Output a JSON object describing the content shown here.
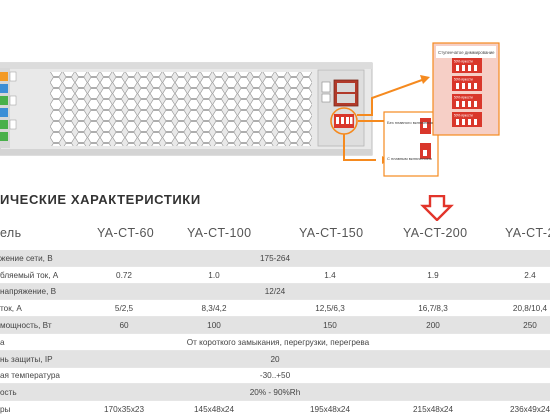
{
  "diagram": {
    "box_steps_title": "Ступенчатое диммирование",
    "step_caption": "50% яркости",
    "box_smooth_label1": "Без плавного включения",
    "box_smooth_label2": "С плавным включением"
  },
  "section_title": "ИЧЕСКИЕ ХАРАКТЕРИСТИКИ",
  "model_label": "ель",
  "models": [
    "YA-CT-60",
    "YA-CT-100",
    "YA-CT-150",
    "YA-CT-200",
    "YA-CT-2"
  ],
  "table": {
    "rows": [
      {
        "label": "жение сети, В",
        "shared": "175-264"
      },
      {
        "label": "бляемый ток, А",
        "values": [
          "0.72",
          "1.0",
          "1.4",
          "1.9",
          "2.4"
        ]
      },
      {
        "label": "напряжение, В",
        "shared": "12/24"
      },
      {
        "label": "ток, А",
        "values": [
          "5/2,5",
          "8,3/4,2",
          "12,5/6,3",
          "16,7/8,3",
          "20,8/10,4"
        ]
      },
      {
        "label": "мощность, Вт",
        "values": [
          "60",
          "100",
          "150",
          "200",
          "250"
        ]
      },
      {
        "label": "а",
        "shared": "От короткого замыкания, перегрузки, перегрева"
      },
      {
        "label": "нь защиты, IP",
        "shared": "20"
      },
      {
        "label": "ая температура",
        "shared": "-30..+50"
      },
      {
        "label": "ость",
        "shared": "20% - 90%Rh"
      },
      {
        "label": "ры",
        "values": [
          "170x35x23",
          "145x48x24",
          "195x48x24",
          "215x48x24",
          "236x49x24"
        ]
      }
    ]
  },
  "colors": {
    "accent_orange": "#f58a1f",
    "arrow_red": "#e2342a",
    "switch_red": "#d9372b",
    "row_shade": "#e3e3e3",
    "device_body": "#e9e9e9"
  }
}
